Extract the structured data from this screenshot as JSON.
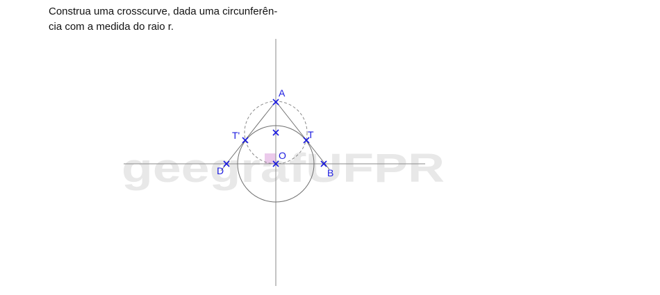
{
  "statement": {
    "line1": "Construa uma crosscurve, dada uma circunferên-",
    "line2": "cia com a medida do raio r."
  },
  "watermark": "geegrafUFPR",
  "points": {
    "A": "A",
    "T": "T",
    "T_prime": "T'",
    "O": "O",
    "D": "D",
    "B": "B"
  },
  "colors": {
    "construction_line": "#8a8a8a",
    "dashed_circle": "#8a8a8a",
    "point_marker": "#1a1adf",
    "label": "#1a1adf",
    "right_angle_mark": "#e9c4e9",
    "watermark": "#e8e8e8"
  }
}
